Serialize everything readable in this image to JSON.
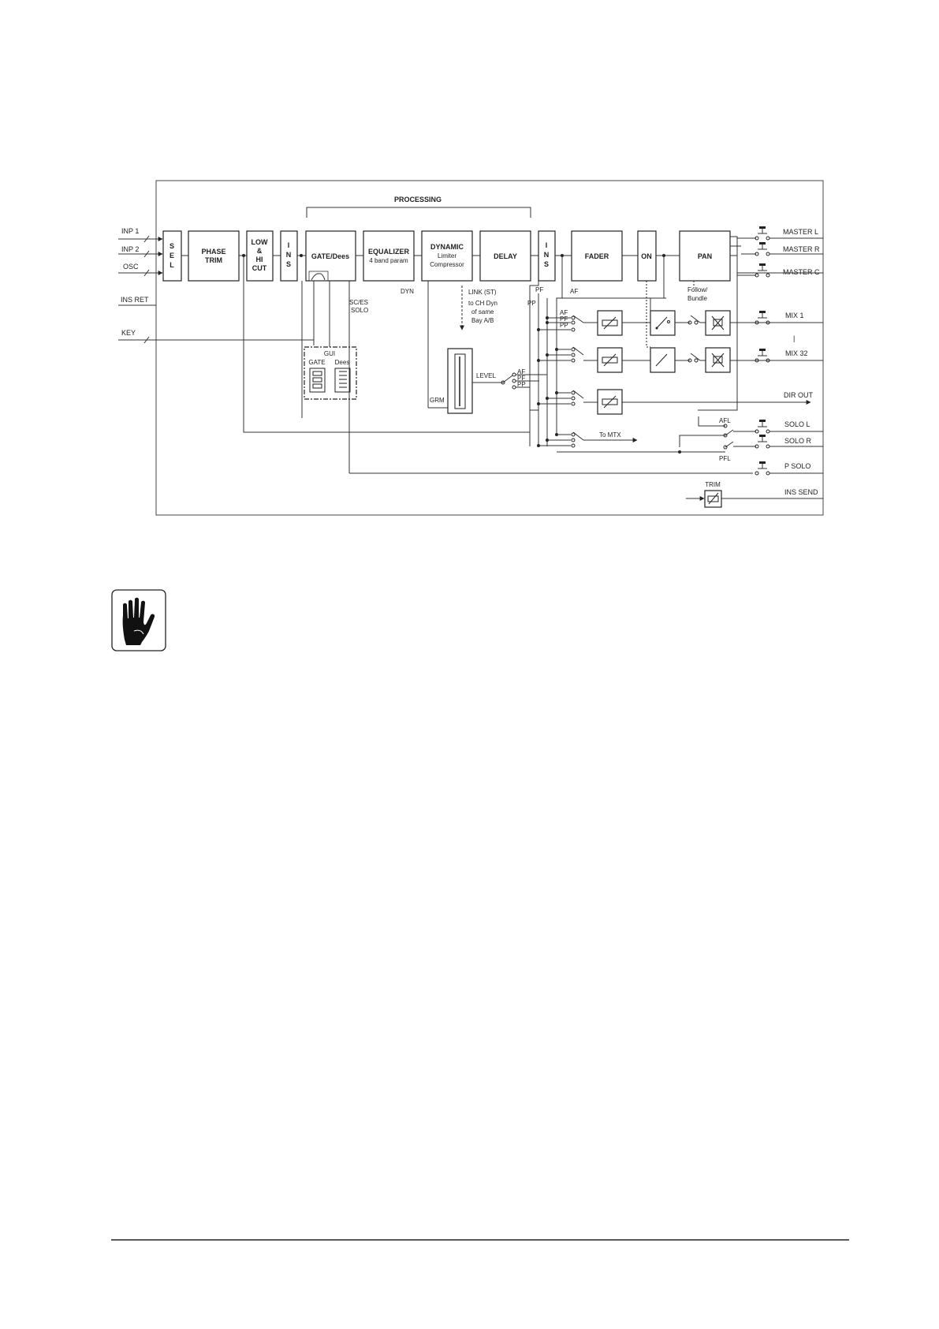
{
  "diagram": {
    "processing": "PROCESSING",
    "inputs": {
      "inp1": "INP 1",
      "inp2": "INP 2",
      "osc": "OSC",
      "insret": "INS RET",
      "key": "KEY"
    },
    "blocks": {
      "sel": [
        "S",
        "E",
        "L"
      ],
      "phase": [
        "PHASE",
        "TRIM"
      ],
      "lowhi": [
        "LOW",
        "&",
        "HI",
        "CUT"
      ],
      "ins": [
        "I",
        "N",
        "S"
      ],
      "gate": "GATE/Dees",
      "eq": [
        "EQUALIZER",
        "4 band param"
      ],
      "dyn": [
        "DYNAMIC",
        "Limiter",
        "Compressor"
      ],
      "delay": "DELAY",
      "fader": "FADER",
      "on": "ON",
      "pan": "PAN"
    },
    "labels": {
      "dyn": "DYN",
      "scdes": "SC/ES",
      "solo": "SOLO",
      "link": [
        "LINK (ST)",
        "to CH Dyn",
        "of same",
        "Bay A/B"
      ],
      "pf": "PF",
      "pp": "PP",
      "af": "AF",
      "gui": "GUI",
      "gui_gate": "GATE",
      "gui_dees": "Dees",
      "grm": "GRM",
      "level": "LEVEL",
      "sw_af": "AF",
      "sw_pf": "PF",
      "sw_pp": "PP",
      "follow": [
        "Follow/",
        "Bundle"
      ],
      "tomtx": "To MTX",
      "afl": "AFL",
      "pfl": "PFL",
      "trim": "TRIM",
      "mix_sep": "|"
    },
    "outputs": {
      "masterL": "MASTER L",
      "masterR": "MASTER R",
      "masterC": "MASTER C",
      "mix1": "MIX 1",
      "mix32": "MIX 32",
      "dirout": "DIR OUT",
      "soloL": "SOLO L",
      "soloR": "SOLO R",
      "psolo": "P SOLO",
      "inssend": "INS SEND"
    }
  },
  "icons": {
    "caution": "hand-stop-icon"
  }
}
